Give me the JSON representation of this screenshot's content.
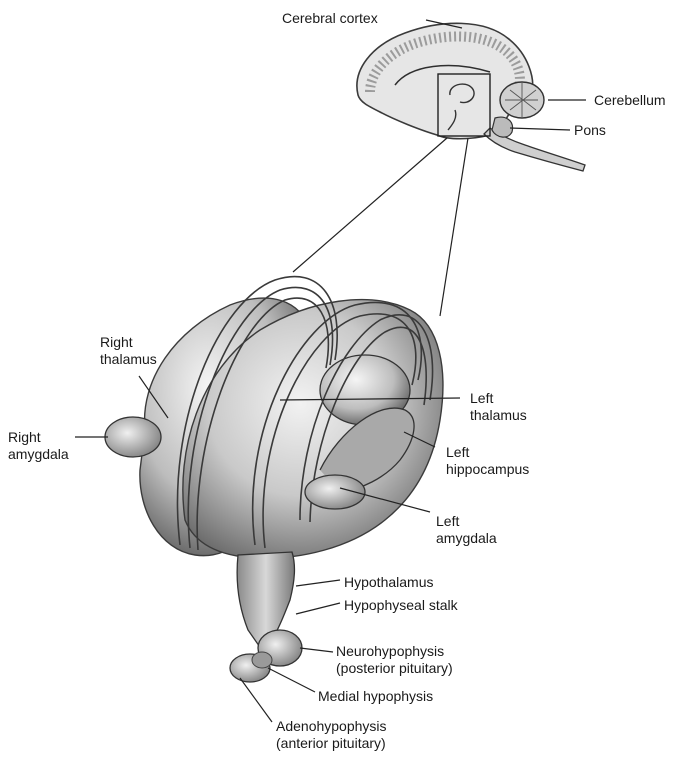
{
  "labels": {
    "cerebral_cortex": "Cerebral cortex",
    "cerebellum": "Cerebellum",
    "pons": "Pons",
    "right_thalamus": [
      "Right",
      "thalamus"
    ],
    "left_thalamus": [
      "Left",
      "thalamus"
    ],
    "right_amygdala": [
      "Right",
      "amygdala"
    ],
    "left_hippocampus": [
      "Left",
      "hippocampus"
    ],
    "left_amygdala": [
      "Left",
      "amygdala"
    ],
    "hypothalamus": "Hypothalamus",
    "hypophyseal_stalk": "Hypophyseal stalk",
    "neurohypophysis": [
      "Neurohypophysis",
      "(posterior pituitary)"
    ],
    "medial_hypophysis": "Medial hypophysis",
    "adenohypophysis": [
      "Adenohypophysis",
      "(anterior pituitary)"
    ]
  }
}
